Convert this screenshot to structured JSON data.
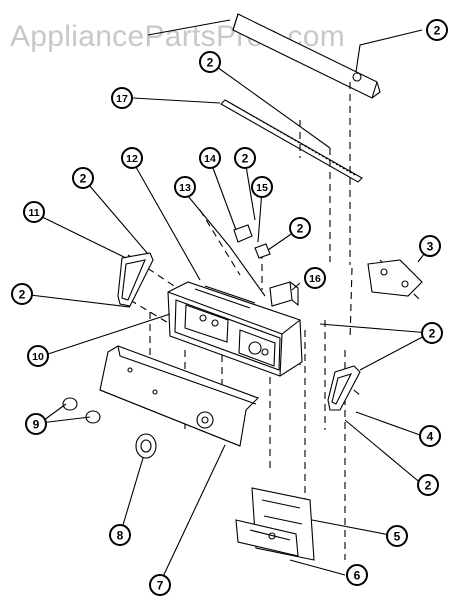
{
  "watermark": "AppliancePartsPros.com",
  "callouts": {
    "c2a": "2",
    "c2b": "2",
    "c17": "17",
    "c12": "12",
    "c14": "14",
    "c2c": "2",
    "c2d": "2",
    "c11": "11",
    "c13": "13",
    "c15": "15",
    "c2e": "2",
    "c3": "3",
    "c2f": "2",
    "c16": "16",
    "c10": "10",
    "c2g": "2",
    "c4": "4",
    "c9": "9",
    "c2h": "2",
    "c8": "8",
    "c5": "5",
    "c7": "7",
    "c6": "6"
  },
  "colors": {
    "line": "#000000",
    "background": "#ffffff",
    "watermark": "#c8c8c8"
  }
}
